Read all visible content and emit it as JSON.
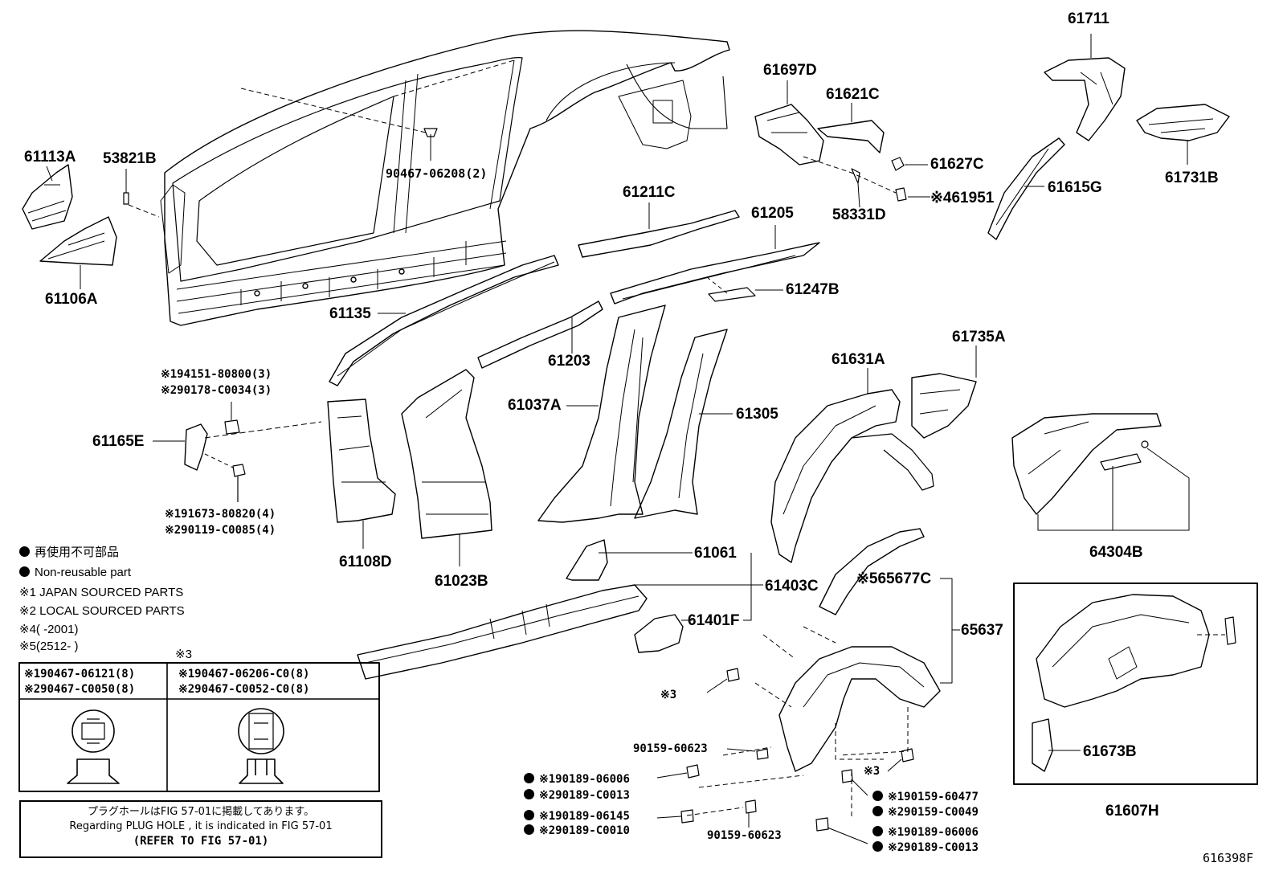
{
  "parts": {
    "p61711": "61711",
    "p61697D": "61697D",
    "p61621C": "61621C",
    "p61627C": "61627C",
    "p58331D": "58331D",
    "p461951": "※461951",
    "p61615G": "61615G",
    "p61731B": "61731B",
    "p61113A": "61113A",
    "p53821B": "53821B",
    "p61106A": "61106A",
    "p9046706208": "90467-06208(2)",
    "p61211C": "61211C",
    "p61205": "61205",
    "p61247B": "61247B",
    "p61135": "61135",
    "p61203": "61203",
    "p61037A": "61037A",
    "p61305": "61305",
    "p61631A": "61631A",
    "p61735A": "61735A",
    "p64304B": "64304B",
    "p61165E": "61165E",
    "p61108D": "61108D",
    "p61023B": "61023B",
    "p61061": "61061",
    "p61403C": "61403C",
    "p61401F": "61401F",
    "p565677C": "※565677C",
    "p65637": "65637",
    "p61673B": "61673B",
    "p61607H": "61607H",
    "p9015960623a": "90159-60623",
    "p9015960623b": "90159-60623",
    "p3a": "※3",
    "p3b": "※3",
    "fig": "616398F"
  },
  "bolts": {
    "b194151": "※194151-80800(3)",
    "b290178": "※290178-C0034(3)",
    "b191673": "※191673-80820(4)",
    "b290119": "※290119-C0085(4)",
    "c190189a": "※190189-06006",
    "c290189a": "※290189-C0013",
    "c190189b": "※190189-06145",
    "c290189b": "※290189-C0010",
    "c190159": "※190159-60477",
    "c290159": "※290159-C0049",
    "c190189c": "※190189-06006",
    "c290189c": "※290189-C0013"
  },
  "legend": {
    "jp": "再使用不可部品",
    "en": "Non-reusable part",
    "s1": "※1 JAPAN SOURCED PARTS",
    "s2": "※2 LOCAL SOURCED PARTS",
    "s4": "※4(       -2001)",
    "s5": "※5(2512-       )"
  },
  "clip_table": {
    "col3": "※3",
    "l1": "※190467-06121(8)",
    "l2": "※290467-C0050(8)",
    "r1": "※190467-06206-C0(8)",
    "r2": "※290467-C0052-C0(8)"
  },
  "ref": {
    "jp": "プラグホールはFIG 57-01に掲載してあります。",
    "en": "Regarding PLUG HOLE , it is indicated in FIG 57-01",
    "refer": "(REFER TO FIG 57-01)"
  }
}
